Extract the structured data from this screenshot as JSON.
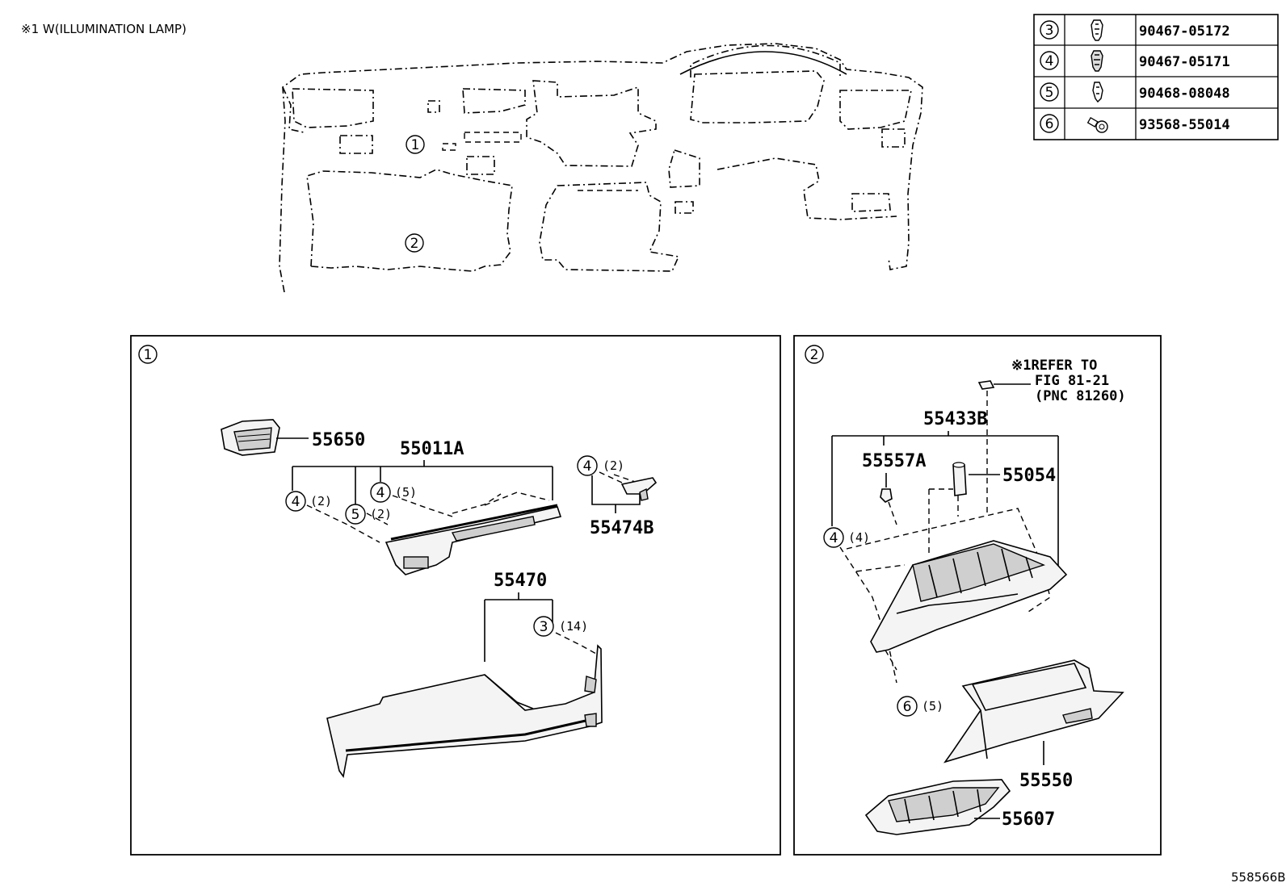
{
  "header_note": "※1 W(ILLUMINATION LAMP)",
  "diagram_id": "558566B",
  "overview": {
    "callout_1": "1",
    "callout_2": "2"
  },
  "fastener_table": [
    {
      "ref": "3",
      "part": "90467-05172",
      "icon": "clip-icon"
    },
    {
      "ref": "4",
      "part": "90467-05171",
      "icon": "clip-icon"
    },
    {
      "ref": "5",
      "part": "90468-08048",
      "icon": "clip-icon"
    },
    {
      "ref": "6",
      "part": "93568-55014",
      "icon": "screw-icon"
    }
  ],
  "panel_1": {
    "id": "1",
    "labels": {
      "p55650": "55650",
      "p55011A": "55011A",
      "p55474B": "55474B",
      "p55470": "55470"
    },
    "callouts": [
      {
        "ref": "4",
        "qty": "(2)"
      },
      {
        "ref": "5",
        "qty": "(2)"
      },
      {
        "ref": "4",
        "qty": "(5)"
      },
      {
        "ref": "4",
        "qty": "(2)"
      },
      {
        "ref": "3",
        "qty": "(14)"
      }
    ]
  },
  "panel_2": {
    "id": "2",
    "refer_note": [
      "※1REFER TO",
      "FIG 81-21",
      "(PNC 81260)"
    ],
    "labels": {
      "p55433B": "55433B",
      "p55557A": "55557A",
      "p55054": "55054",
      "p55550": "55550",
      "p55607": "55607"
    },
    "callouts": [
      {
        "ref": "4",
        "qty": "(4)"
      },
      {
        "ref": "6",
        "qty": "(5)"
      }
    ]
  }
}
